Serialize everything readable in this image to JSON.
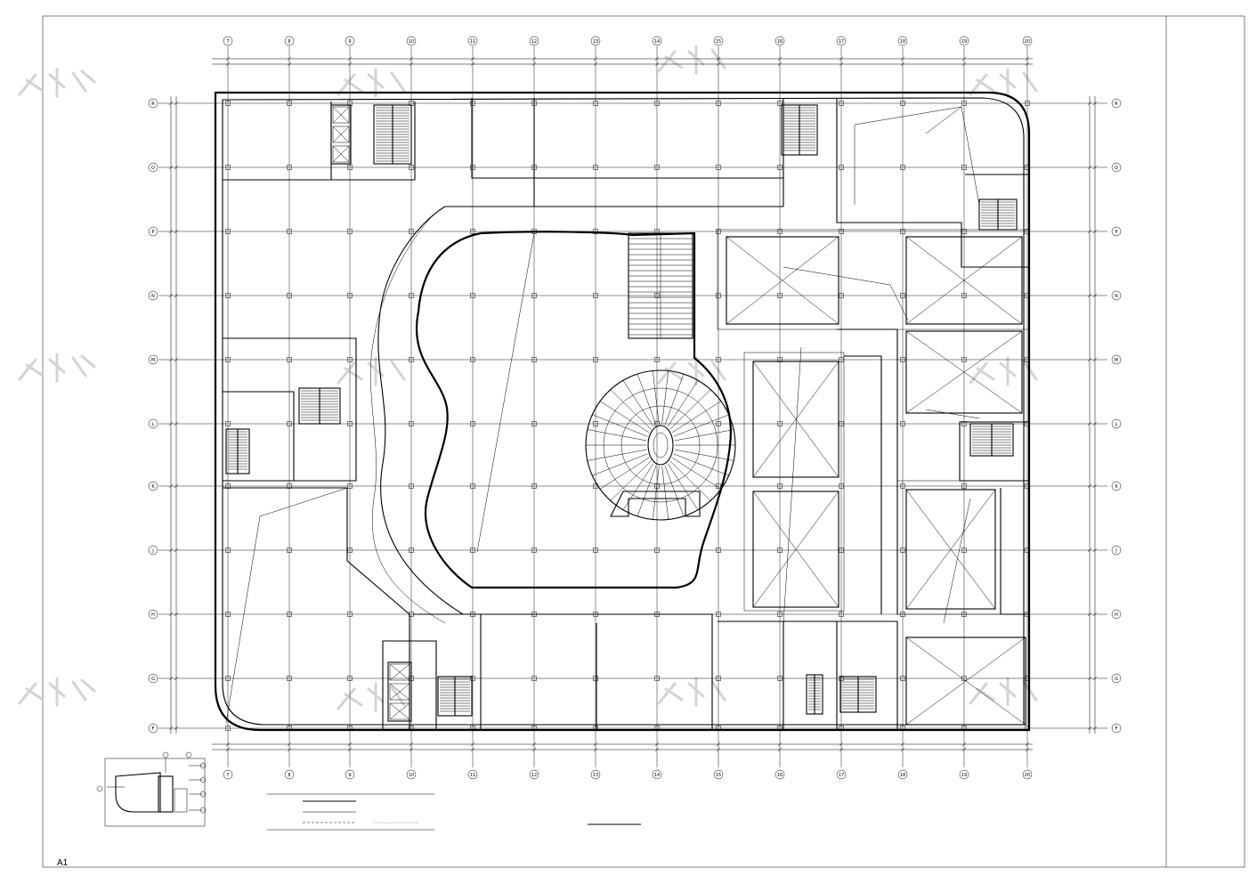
{
  "sheet": {
    "size_label": "A1"
  },
  "drawing": {
    "title": "",
    "scale": "",
    "axes_x": [
      "7",
      "8",
      "9",
      "10",
      "11",
      "12",
      "13",
      "14",
      "15",
      "16",
      "17",
      "18",
      "19",
      "20"
    ],
    "axes_y": [
      "R",
      "Q",
      "P",
      "N",
      "M",
      "L",
      "K",
      "J",
      "H",
      "G",
      "F"
    ]
  },
  "keyplan": {
    "caption": ""
  },
  "legend": {
    "rows": []
  },
  "title_block": {
    "project": "",
    "sheet_no": ""
  }
}
